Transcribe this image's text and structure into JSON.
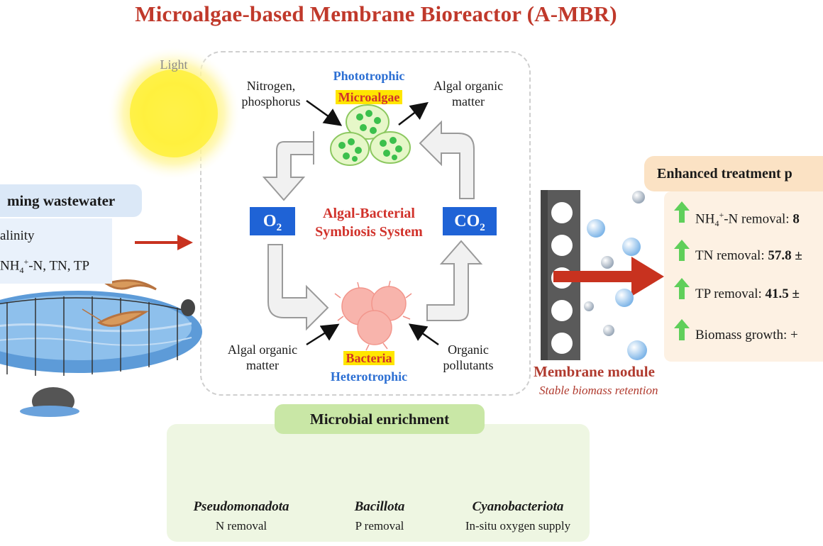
{
  "title": "Microalgae-based Membrane Bioreactor (A-MBR)",
  "light_label": "Light",
  "cycle": {
    "phototrophic_label": "Phototrophic",
    "microalgae_label": "Microalgae",
    "heterotrophic_label": "Heterotrophic",
    "bacteria_label": "Bacteria",
    "system_title_line1": "Algal-Bacterial",
    "system_title_line2": "Symbiosis System",
    "o2": "O",
    "o2_sub": "2",
    "co2": "CO",
    "co2_sub": "2",
    "nitrogen_line1": "Nitrogen,",
    "nitrogen_line2": "phosphorus",
    "aom_top_line1": "Algal organic",
    "aom_top_line2": "matter",
    "aom_bottom_line1": "Algal organic",
    "aom_bottom_line2": "matter",
    "organic_line1": "Organic",
    "organic_line2": "pollutants"
  },
  "incoming": {
    "header": "ming wastewater",
    "line1": "alinity",
    "line2_pre": "NH",
    "line2_sub": "4",
    "line2_sup": "+",
    "line2_post": "-N, TN, TP"
  },
  "membrane": {
    "label": "Membrane module",
    "sublabel": "Stable biomass retention"
  },
  "enhanced": {
    "header": "Enhanced treatment p",
    "item1_pre": "NH",
    "item1_sub": "4",
    "item1_sup": "+",
    "item1_post": "-N removal: ",
    "item1_value": "8",
    "item2_label": "TN removal: ",
    "item2_value": "57.8 ±",
    "item3_label": "TP removal: ",
    "item3_value": "41.5 ±",
    "item4_label": "Biomass growth: +"
  },
  "microbial": {
    "header": "Microbial enrichment",
    "groups": [
      {
        "name": "Pseudomonadota",
        "role": "N removal"
      },
      {
        "name": "Bacillota",
        "role": "P removal"
      },
      {
        "name": "Cyanobacteriota",
        "role": "In-situ oxygen supply"
      }
    ]
  },
  "colors": {
    "title_red": "#c0392b",
    "accent_blue": "#1f63d6",
    "highlight_yellow": "#ffe600",
    "arrow_red": "#c8321f",
    "up_arrow_green": "#5fcf5a"
  }
}
